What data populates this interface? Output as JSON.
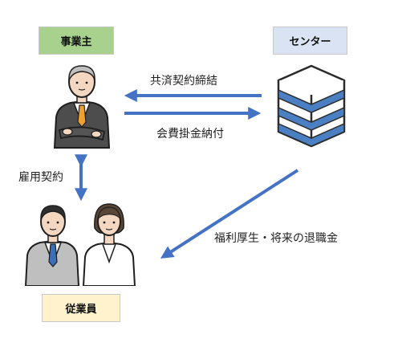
{
  "roles": {
    "employer": "事業主",
    "center": "センター",
    "employees": "従業員"
  },
  "relations": {
    "mutual_aid_contract": "共済契約締結",
    "premium_payment": "会費掛金納付",
    "employment_contract": "雇用契約",
    "benefits": "福利厚生・将来の退職金"
  },
  "colors": {
    "arrow": "#4472c4",
    "employer_box": "#a9d18e",
    "center_box": "#dae3f3",
    "employees_box": "#fff2cc",
    "server_stripe": "#4a7fc1",
    "suit_dark": "#4d4d4d",
    "suit_light": "#bfbfbf",
    "tie": "#f0a030",
    "tie_blue": "#3b6fb6"
  },
  "icons": {
    "employer": "businessman-icon",
    "center": "server-stack-icon",
    "employees": "employee-pair-icon"
  }
}
